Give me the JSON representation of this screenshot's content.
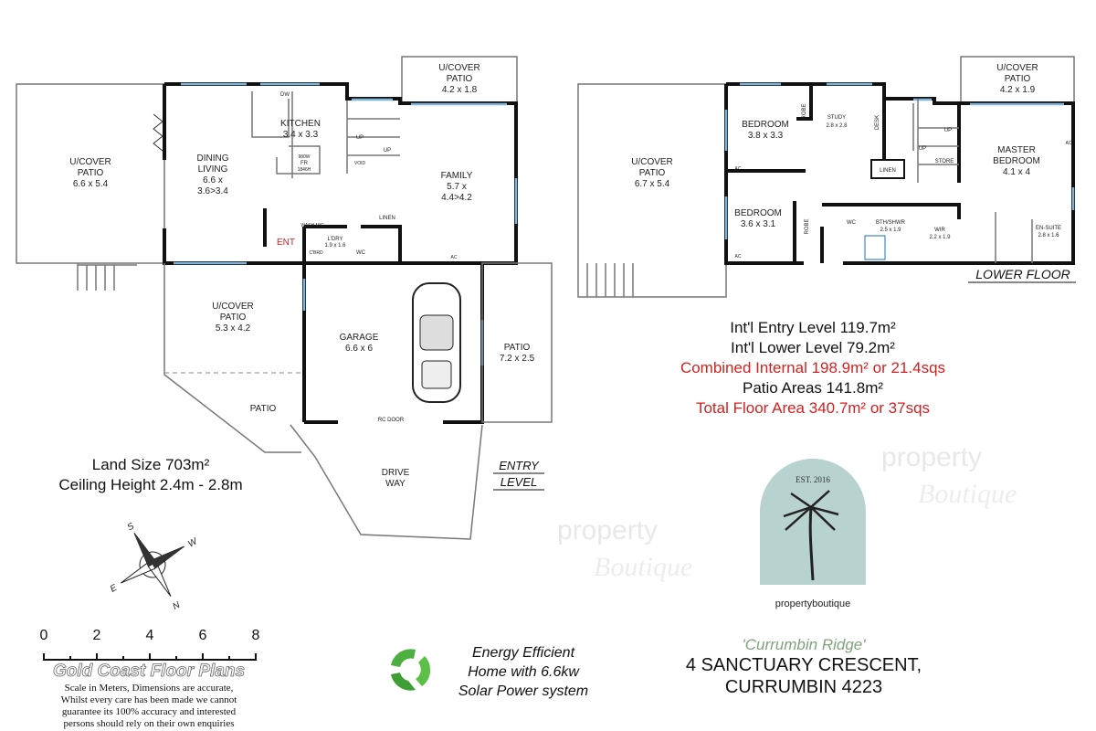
{
  "entry_level": {
    "rooms": {
      "patio_left": [
        "U/COVER",
        "PATIO",
        "6.6 x 5.4"
      ],
      "dining": [
        "DINING",
        "LIVING",
        "6.6 x",
        "3.6>3.4"
      ],
      "kitchen": [
        "KITCHEN",
        "3.4 x 3.3"
      ],
      "dw": "DW",
      "fridge": [
        "980W",
        "FR",
        "1846H"
      ],
      "void": "VOID",
      "up1": "UP",
      "up2": "UP",
      "patio_top": [
        "U/COVER",
        "PATIO",
        "4.2 x 1.8"
      ],
      "family": [
        "FAMILY",
        "5.7 x",
        "4.4>4.2"
      ],
      "ac": "AC",
      "ent": "ENT",
      "wash": "WASH M/C",
      "laundry": [
        "L'DRY",
        "1.9 x 1.6"
      ],
      "cbrd": "C'BRD",
      "linen": "LINEN",
      "wc": "WC",
      "patio_lower": [
        "U/COVER",
        "PATIO",
        "5.3 x 4.2"
      ],
      "patio": "PATIO",
      "garage": [
        "GARAGE",
        "6.6 x 6"
      ],
      "patio_right": [
        "PATIO",
        "7.2 x 2.5"
      ],
      "rc_door": "RC DOOR",
      "driveway": [
        "DRIVE",
        "WAY"
      ]
    },
    "title": [
      "ENTRY",
      "LEVEL"
    ]
  },
  "lower_floor": {
    "rooms": {
      "patio_left": [
        "U/COVER",
        "PATIO",
        "6.7 x 5.4"
      ],
      "bed1": [
        "BEDROOM",
        "3.8 x 3.3"
      ],
      "robe1": "ROBE",
      "study": [
        "STUDY",
        "2.8 x 2.8"
      ],
      "desk": "DESK",
      "linen": "LINEN",
      "store": "STORE",
      "up1": "UP",
      "up2": "UP",
      "patio_top": [
        "U/COVER",
        "PATIO",
        "4.2 x 1.9"
      ],
      "master": [
        "MASTER",
        "BEDROOM",
        "4.1 x 4"
      ],
      "ac1": "AC",
      "ac2": "AC",
      "ac3": "AC",
      "bed2": [
        "BEDROOM",
        "3.6 x 3.1"
      ],
      "robe2": "ROBE",
      "wc": "WC",
      "bath": [
        "BTH/SHWR",
        "2.5 x 1.9"
      ],
      "wir": [
        "WIR",
        "2.2 x 1.9"
      ],
      "ensuite": [
        "EN-SUITE",
        "2.8 x 1.6"
      ]
    },
    "title": "LOWER FLOOR"
  },
  "areas": {
    "entry": "Int'l Entry Level 119.7m²",
    "lower": "Int'l Lower Level 79.2m²",
    "combined": "Combined Internal 198.9m² or 21.4sqs",
    "patio": "Patio Areas 141.8m²",
    "total": "Total Floor Area 340.7m² or 37sqs"
  },
  "land": {
    "size": "Land Size 703m²",
    "ceiling": "Ceiling Height 2.4m - 2.8m"
  },
  "compass": {
    "n": "N",
    "s": "S",
    "e": "E",
    "w": "W"
  },
  "scale": {
    "ticks": [
      "0",
      "2",
      "4",
      "6",
      "8"
    ],
    "brand": "Gold Coast Floor Plans",
    "disclaimer": [
      "Scale in Meters, Dimensions are accurate,",
      "Whilst every care has been made we cannot",
      "guarantee its 100% accuracy and interested",
      "persons should rely on their own enquiries"
    ]
  },
  "energy": [
    "Energy Efficient",
    "Home with 6.6kw",
    "Solar Power system"
  ],
  "logo": {
    "est": "EST. 2016",
    "brand": "propertyboutique",
    "watermark": "property boutique"
  },
  "address": {
    "estate": "'Currumbin Ridge'",
    "street": "4 SANCTUARY CRESCENT,",
    "suburb": "CURRUMBIN 4223"
  },
  "colors": {
    "red": "#d41f1f",
    "green": "#7ea37a",
    "logo_bg": "#b8d2cf",
    "window": "#7fb3d9"
  }
}
